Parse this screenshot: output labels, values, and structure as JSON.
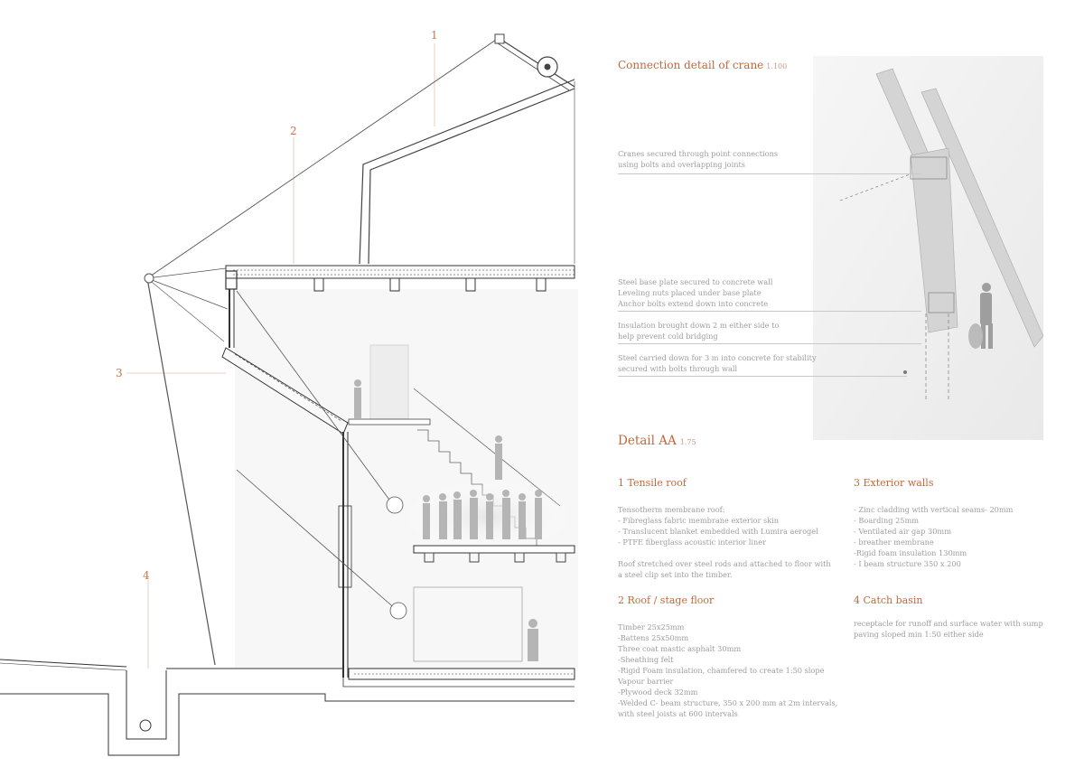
{
  "section_numbers": [
    "1",
    "2",
    "3",
    "4"
  ],
  "crane_detail": {
    "title": "Connection detail  of crane",
    "scale": "1.100",
    "annotations": [
      {
        "lines": [
          "Cranes secured through point connections",
          "using bolts and overlapping joints"
        ]
      },
      {
        "lines": [
          "Steel base plate secured to concrete wall",
          "Leveling nuts placed under base plate",
          "Anchor bolts extend down into concrete"
        ]
      },
      {
        "lines": [
          "Insulation brought down 2 m either side to",
          "help prevent cold bridging"
        ]
      },
      {
        "lines": [
          "Steel carried down for 3 m into concrete for stability",
          "secured with bolts through wall"
        ]
      }
    ]
  },
  "detail_aa": {
    "title": "Detail AA",
    "scale": "1.75",
    "sections": [
      {
        "heading": "1 Tensile roof",
        "lines": [
          "Tensotherm membrane roof:",
          "- Fibreglass fabric membrane  exterior skin",
          "- Translucent blanket embedded with Lumira aerogel",
          "- PTFE fiberglass acoustic interior liner",
          "",
          "Roof stretched over steel rods and attached to floor with",
          "a steel clip set into the timber."
        ]
      },
      {
        "heading": "2  Roof / stage floor",
        "lines": [
          "Timber 25x25mm",
          "-Battens 25x50mm",
          " Three coat mastic asphalt 30mm",
          "-Sheathing felt",
          "-Rigid Foam insulation, chamfered to create 1:50 slope",
          " Vapour barrier",
          "-Plywood deck 32mm",
          "-Welded C- beam structure, 350 x 200 mm at 2m intervals,",
          "with steel joists at 600 intervals"
        ]
      },
      {
        "heading": "3  Exterior walls",
        "lines": [
          "- Zinc cladding with vertical seams- 20mm",
          "- Boarding 25mm",
          "- Ventilated air gap 30mm",
          "- breather membrane",
          "-Rigid foam insulation 130mm",
          "- I beam structure  350 x 200"
        ]
      },
      {
        "heading": "4 Catch basin",
        "lines": [
          "receptacle for runoff and surface water with sump",
          "paving sloped min 1:50 either side"
        ]
      }
    ]
  },
  "colors": {
    "accent": "#c0693c",
    "text_grey": "#9d9d9d",
    "line": "#555555"
  }
}
